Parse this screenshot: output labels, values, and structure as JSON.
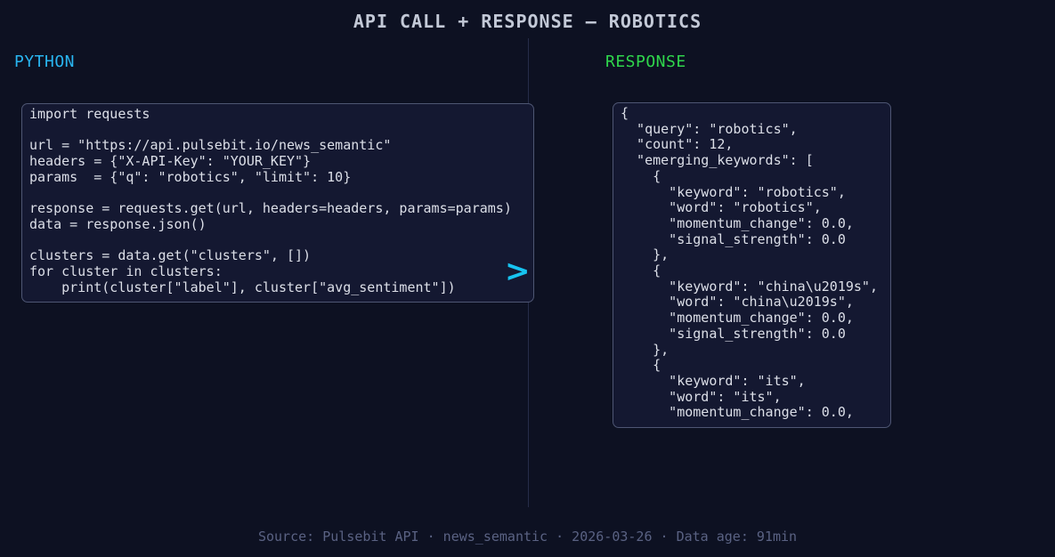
{
  "title": "API CALL + RESPONSE — ROBOTICS",
  "left": {
    "label": "PYTHON",
    "code": "import requests\n\nurl = \"https://api.pulsebit.io/news_semantic\"\nheaders = {\"X-API-Key\": \"YOUR_KEY\"}\nparams  = {\"q\": \"robotics\", \"limit\": 10}\n\nresponse = requests.get(url, headers=headers, params=params)\ndata = response.json()\n\nclusters = data.get(\"clusters\", [])\nfor cluster in clusters:\n    print(cluster[\"label\"], cluster[\"avg_sentiment\"])"
  },
  "right": {
    "label": "RESPONSE",
    "json_text": "{\n  \"query\": \"robotics\",\n  \"count\": 12,\n  \"emerging_keywords\": [\n    {\n      \"keyword\": \"robotics\",\n      \"word\": \"robotics\",\n      \"momentum_change\": 0.0,\n      \"signal_strength\": 0.0\n    },\n    {\n      \"keyword\": \"china\\u2019s\",\n      \"word\": \"china\\u2019s\",\n      \"momentum_change\": 0.0,\n      \"signal_strength\": 0.0\n    },\n    {\n      \"keyword\": \"its\",\n      \"word\": \"its\",\n      \"momentum_change\": 0.0,"
  },
  "arrow": {
    "glyph": ">"
  },
  "footer": "Source: Pulsebit API · news_semantic · 2026-03-26 · Data age: 91min",
  "colors": {
    "page_background": "#0d1122",
    "panel_background": "#141831",
    "panel_border": "#4e5673",
    "python_label": "#29b5f0",
    "response_label": "#2fd64c",
    "arrow": "#17c3f0",
    "title_text": "#c3c9d7",
    "code_text": "#dcdfe8",
    "footer_text": "#5a6283",
    "divider": "#262c49"
  }
}
